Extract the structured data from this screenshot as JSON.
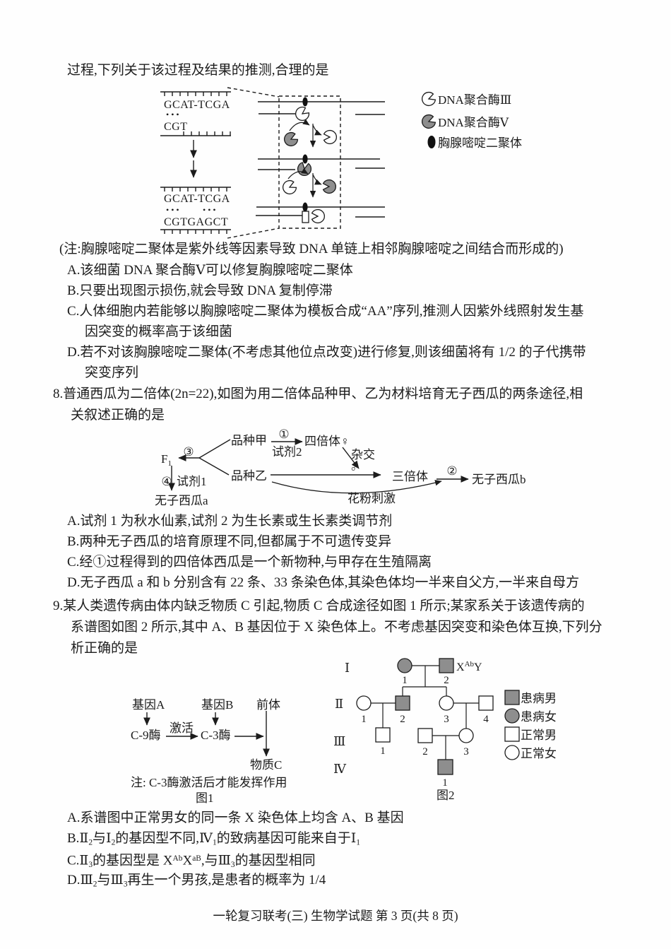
{
  "q7": {
    "intro": "过程,下列关于该过程及结果的推测,合理的是",
    "figure": {
      "seq_top_upper": "GCAT-TCGA",
      "seq_top_pair": "•••",
      "seq_top_lower": "CGT",
      "seq_bot_upper": "GCAT-TCGA",
      "seq_bot_pair_left": "•••",
      "seq_bot_pair_right": "•••",
      "seq_bot_lower": "CGTGAGCT",
      "legend_pol3": "DNA聚合酶Ⅲ",
      "legend_pol5": "DNA聚合酶Ⅴ",
      "legend_dimer": "胸腺嘧啶二聚体"
    },
    "note": "(注:胸腺嘧啶二聚体是紫外线等因素导致 DNA 单链上相邻胸腺嘧啶之间结合而形成的)",
    "option_a": "A.该细菌 DNA 聚合酶Ⅴ可以修复胸腺嘧啶二聚体",
    "option_b": "B.只要出现图示损伤,就会导致 DNA 复制停滞",
    "option_c1": "C.人体细胞内若能够以胸腺嘧啶二聚体为模板合成“AA”序列,推测人因紫外线照射发生基",
    "option_c2": "因突变的概率高于该细菌",
    "option_d1": "D.若不对该胸腺嘧啶二聚体(不考虑其他位点改变)进行修复,则该细菌将有 1/2 的子代携带",
    "option_d2": "突变序列"
  },
  "q8": {
    "stem1": "8.普通西瓜为二倍体(2n=22),如图为用二倍体品种甲、乙为材料培育无子西瓜的两条途径,相",
    "stem2": "关叙述正确的是",
    "fig": {
      "f1_base": "F",
      "f1_sub": "1",
      "circle1": "①",
      "circle2": "②",
      "circle3": "③",
      "circle4": "④",
      "reagent1": "试剂1",
      "reagent2": "试剂2",
      "variety_jia": "品种甲",
      "variety_yi": "品种乙",
      "tetraploid": "四倍体♀",
      "cross_label": "杂交",
      "male_symbol": "♂",
      "triploid": "三倍体",
      "seedless_a": "无子西瓜a",
      "seedless_b": "无子西瓜b",
      "pollen": "花粉刺激"
    },
    "option_a": "A.试剂 1 为秋水仙素,试剂 2 为生长素或生长素类调节剂",
    "option_b": "B.两种无子西瓜的培育原理不同,但都属于不可遗传变异",
    "option_c": "C.经①过程得到的四倍体西瓜是一个新物种,与甲存在生殖隔离",
    "option_d": "D.无子西瓜 a 和 b 分别含有 22 条、33 条染色体,其染色体均一半来自父方,一半来自母方"
  },
  "q9": {
    "stem1": "9.某人类遗传病由体内缺乏物质 C 引起,物质 C 合成途径如图 1 所示;某家系关于该遗传病的",
    "stem2": "系谱图如图 2 所示,其中 A、B 基因位于 X 染色体上。不考虑基因突变和染色体互换,下列分",
    "stem3": "析正确的是",
    "fig1": {
      "gene_a": "基因A",
      "gene_b": "基因B",
      "precursor": "前体",
      "enzyme9": "C-9酶",
      "activate": "激活",
      "enzyme3": "C-3酶",
      "substance": "物质C",
      "note": "注: C-3酶激活后才能发挥作用",
      "caption": "图1"
    },
    "fig2": {
      "gen_labels": [
        "Ⅰ",
        "Ⅱ",
        "Ⅲ",
        "Ⅳ"
      ],
      "father_genotype": {
        "base": "X",
        "sup": "Ab",
        "tail": "Y"
      },
      "numbers": {
        "i1": "1",
        "i2": "2",
        "ii1": "1",
        "ii2": "2",
        "ii3": "3",
        "ii4": "4",
        "iii1": "1",
        "iii2": "2",
        "iii3": "3",
        "iv1": "1"
      },
      "legend": [
        "患病男",
        "患病女",
        "正常男",
        "正常女"
      ],
      "caption": "图2"
    },
    "option_a": "A.系谱图中正常男女的同一条 X 染色体上均含 A、B 基因",
    "option_b": [
      {
        "t": "B.Ⅱ"
      },
      {
        "sub": "2"
      },
      {
        "t": "与Ⅰ"
      },
      {
        "sub": "2"
      },
      {
        "t": "的基因型不同,Ⅳ"
      },
      {
        "sub": "1"
      },
      {
        "t": "的致病基因可能来自于Ⅰ"
      },
      {
        "sub": "1"
      }
    ],
    "option_c": [
      {
        "t": "C.Ⅱ"
      },
      {
        "sub": "3"
      },
      {
        "t": "的基因型是 X"
      },
      {
        "sup": "Ab"
      },
      {
        "t": "X"
      },
      {
        "sup": "aB"
      },
      {
        "t": ",与Ⅲ"
      },
      {
        "sub": "3"
      },
      {
        "t": "的基因型相同"
      }
    ],
    "option_d": [
      {
        "t": "D.Ⅲ"
      },
      {
        "sub": "2"
      },
      {
        "t": "与Ⅲ"
      },
      {
        "sub": "3"
      },
      {
        "t": "再生一个男孩,是患者的概率为 1/4"
      }
    ]
  },
  "footer": "一轮复习联考(三) 生物学试题 第 3 页(共 8 页)"
}
